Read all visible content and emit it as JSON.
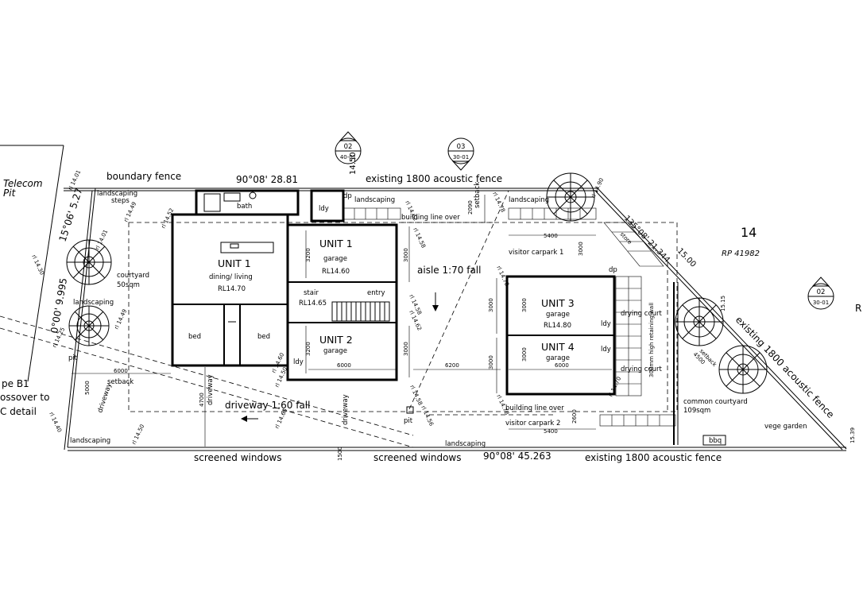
{
  "labels": {
    "boundary_fence": "boundary fence",
    "bearing_top": "90°08' 28.81",
    "existing_fence_top": "existing 1800 acoustic fence",
    "telecom_pit": "Telecom\nPit",
    "rl_1450": "14.50",
    "landscaping_top_left": "landscaping",
    "steps": "steps",
    "bath": "bath",
    "ldy_top": "ldy",
    "dp_top": "dp",
    "landscaping_top_mid": "landscaping",
    "landscaping_top_right": "landscaping",
    "building_line_over_top": "building line over",
    "setback_top": "setback",
    "dim_2090": "2090",
    "unit1_title": "UNIT 1",
    "unit1_sub": "dining/ living",
    "unit1_rl": "RL14.70",
    "unit1_garage_title": "UNIT 1",
    "unit1_garage_sub": "garage",
    "unit1_garage_rl": "RL14.60",
    "aisle": "aisle 1:70 fall",
    "courtyard": "courtyard",
    "courtyard_area": "50sqm",
    "landscaping_left": "landscaping",
    "stair": "stair",
    "stair_rl": "RL14.65",
    "entry": "entry",
    "bed_1": "bed",
    "bed_2": "bed",
    "unit2_title": "UNIT 2",
    "unit2_sub": "garage",
    "ldy_unit2": "ldy",
    "unit3_title": "UNIT 3",
    "unit3_sub": "garage",
    "unit3_rl": "RL14.80",
    "unit4_title": "UNIT 4",
    "unit4_sub": "garage",
    "dp_unit3": "dp",
    "ldy_unit3": "ldy",
    "ldy_unit4": "ldy",
    "drying_court_1": "drying court",
    "drying_court_2": "drying court",
    "retaining_wall": "300mm high retaining wall",
    "visitor_carpark_1": "visitor carpark 1",
    "visitor_carpark_2": "visitor carpark 2",
    "building_line_over_bottom": "building line over",
    "lot_number": "14",
    "lot_rp": "RP 41982",
    "bearing_diag": "135°08' 21.344",
    "bearing_diag_len": "15.00",
    "existing_fence_diag": "existing 1800 acoustic fence",
    "store": "store",
    "common_courtyard": "common courtyard",
    "common_courtyard_area": "109sqm",
    "vege_garden": "vege garden",
    "bbq": "bbq",
    "driveway_main": "driveway 1:60 fall",
    "driveway_left": "driveway",
    "driveway_mid": "driveway",
    "driveway_mid2": "driveway",
    "setback_left": "setback",
    "landscaping_bottom_left": "landscaping",
    "landscaping_bottom": "landscaping",
    "pit_left": "pit",
    "pit_bottom": "pit",
    "screened_windows_1": "screened windows",
    "screened_windows_2": "screened windows",
    "bearing_bottom": "90°08' 45.263",
    "existing_fence_bottom": "existing 1800 acoustic fence",
    "left_type": "pe B1",
    "left_crossover": "ossover to",
    "left_detail": "C detail",
    "bearing_left": "15°06' 5.27",
    "bearing_left2": "0°00' 9.995",
    "right_edge_r": "R",
    "setback_right": "setback",
    "setback_right_dim": "4500",
    "dim_5400_top": "5400",
    "dim_5400_bottom": "5400",
    "dim_6000_left": "6000",
    "dim_6000_unit2": "6000",
    "dim_6200": "6200",
    "dim_6000_unit4": "6000",
    "dim_3200_a": "3200",
    "dim_3200_b": "3200",
    "dim_3000_a": "3000",
    "dim_3000_b": "3000",
    "dim_3000_c": "3000",
    "dim_3000_d": "3000",
    "dim_3000_e": "3000",
    "dim_3000_f": "3000",
    "dim_3000_g": "3000",
    "dim_2600": "2600",
    "dim_4700": "4700",
    "dim_5000": "5000",
    "dim_1500": "1500",
    "dim_15_39": "15.39",
    "dim_15_15": "15.15"
  },
  "rl_marks": [
    "rl 14.01",
    "rl 14.49",
    "rl 14.52",
    "rl 14.58",
    "rl 14.58",
    "rl 14.62",
    "rl 14.62",
    "rl 14.78",
    "rl 14.78",
    "rl 14.78",
    "rl 14.60",
    "rl 14.50",
    "rl 14.58",
    "rl 14.56",
    "rl 14.65",
    "rl 14.50",
    "rl 14.40",
    "rl 14.49",
    "rl 14.30",
    "rl 14.70",
    "rl 14.90",
    "rl 14.25",
    "rl 14.01"
  ],
  "section_markers": [
    {
      "num": "02",
      "ref": "40-01"
    },
    {
      "num": "03",
      "ref": "30-01"
    },
    {
      "num": "02",
      "ref": "30-01"
    }
  ]
}
